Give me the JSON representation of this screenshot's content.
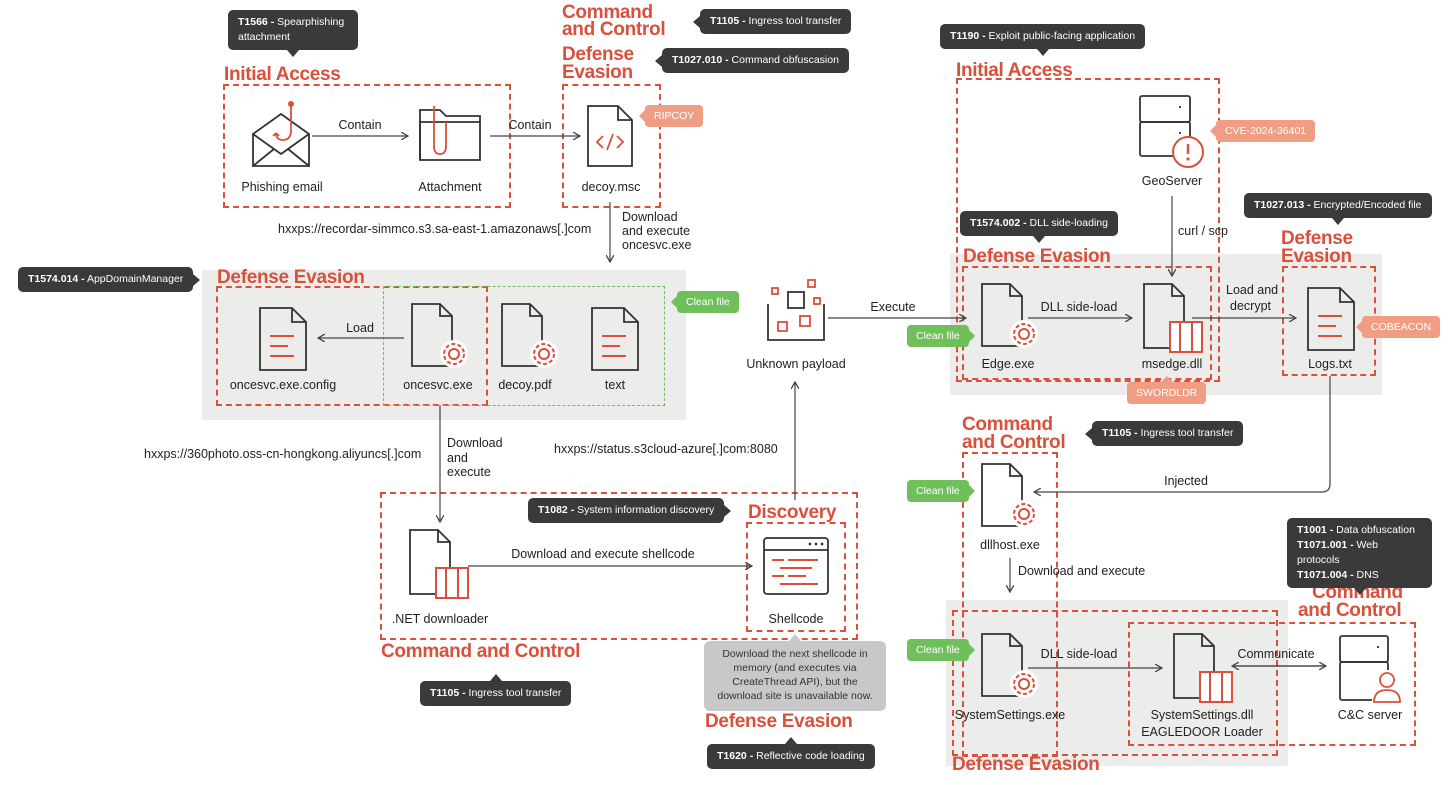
{
  "tags": {
    "t1566": {
      "code": "T1566 -",
      "text": " Spearphishing attachment"
    },
    "t1105_a": {
      "code": "T1105 -",
      "text": " Ingress tool transfer"
    },
    "t1027_010": {
      "code": "T1027.010 -",
      "text": " Command obfuscasion"
    },
    "t1190": {
      "code": "T1190 -",
      "text": " Exploit public-facing application"
    },
    "t1574_014": {
      "code": "T1574.014 -",
      "text": " AppDomainManager"
    },
    "t1574_002": {
      "code": "T1574.002 -",
      "text": " DLL side-loading"
    },
    "t1027_013": {
      "code": "T1027.013 -",
      "text": " Encrypted/Encoded file"
    },
    "t1105_b": {
      "code": "T1105 -",
      "text": " Ingress tool transfer"
    },
    "t1082": {
      "code": "T1082 -",
      "text": " System information discovery"
    },
    "t1001": {
      "code": "T1001 -",
      "text": " Data obfuscation"
    },
    "t1071_001": {
      "code": "T1071.001 -",
      "text": " Web protocols"
    },
    "t1071_004": {
      "code": "T1071.004 -",
      "text": " DNS"
    },
    "t1105_c": {
      "code": "T1105 -",
      "text": " Ingress tool transfer"
    },
    "t1620": {
      "code": "T1620 -",
      "text": " Reflective code loading"
    }
  },
  "titles": {
    "ia1": "Initial Access",
    "cc1a": "Command",
    "cc1b": "and Control",
    "de1a": "Defense",
    "de1b": "Evasion",
    "ia2": "Initial Access",
    "de2": "Defense Evasion",
    "de3": "Defense Evasion",
    "de4a": "Defense",
    "de4b": "Evasion",
    "cc2a": "Command",
    "cc2b": "and Control",
    "disc": "Discovery",
    "cc3": "Command and Control",
    "cc4a": "Command",
    "cc4b": "and Control",
    "de5": "Defense Evasion",
    "de6": "Defense Evasion"
  },
  "nodes": {
    "phishing": "Phishing email",
    "attachment": "Attachment",
    "decoy_msc": "decoy.msc",
    "geoserver": "GeoServer",
    "config": "oncesvc.exe.config",
    "oncesvc": "oncesvc.exe",
    "decoy_pdf": "decoy.pdf",
    "text": "text",
    "unknown": "Unknown payload",
    "edge": "Edge.exe",
    "msedge": "msedge.dll",
    "logs": "Logs.txt",
    "dllhost": "dllhost.exe",
    "net": ".NET downloader",
    "shellcode": "Shellcode",
    "syssettings_exe": "SystemSettings.exe",
    "syssettings_dll": "SystemSettings.dll",
    "eagledoor": "EAGLEDOOR Loader",
    "cnc": "C&C server"
  },
  "edges": {
    "contain1": "Contain",
    "contain2": "Contain",
    "dl1a": "Download",
    "dl1b": "and execute",
    "dl1c": "oncesvc.exe",
    "load": "Load",
    "execute": "Execute",
    "sideload1": "DLL side-load",
    "loaddecrypt_a": "Load and",
    "loaddecrypt_b": "decrypt",
    "curl": "curl / scp",
    "dl2a": "Download",
    "dl2b": "and",
    "dl2c": "execute",
    "dl_shellcode": "Download and execute shellcode",
    "injected": "Injected",
    "dl3": "Download and execute",
    "sideload2": "DLL side-load",
    "communicate": "Communicate"
  },
  "urls": {
    "recordar": "hxxps://recordar-simmco.s3.sa-east-1.amazonaws[.]com",
    "photo360": "hxxps://360photo.oss-cn-hongkong.aliyuncs[.]com",
    "status": "hxxps://status.s3cloud-azure[.]com:8080"
  },
  "badges": {
    "ripcoy": "RIPCOY",
    "cve": "CVE-2024-36401",
    "cobeacon": "COBEACON",
    "swordldr": "SWORDLDR",
    "clean1": "Clean file",
    "clean2": "Clean file",
    "clean3": "Clean file",
    "clean4": "Clean file"
  },
  "note": "Download the next shellcode in memory (and executes via CreateThread API), but the download site is unavailable now.",
  "colors": {
    "accent": "#d9503c",
    "tag_bg": "#3a3a3a",
    "clean": "#6fbf5a",
    "badge": "#ef9e84",
    "panel": "#ececeb"
  }
}
